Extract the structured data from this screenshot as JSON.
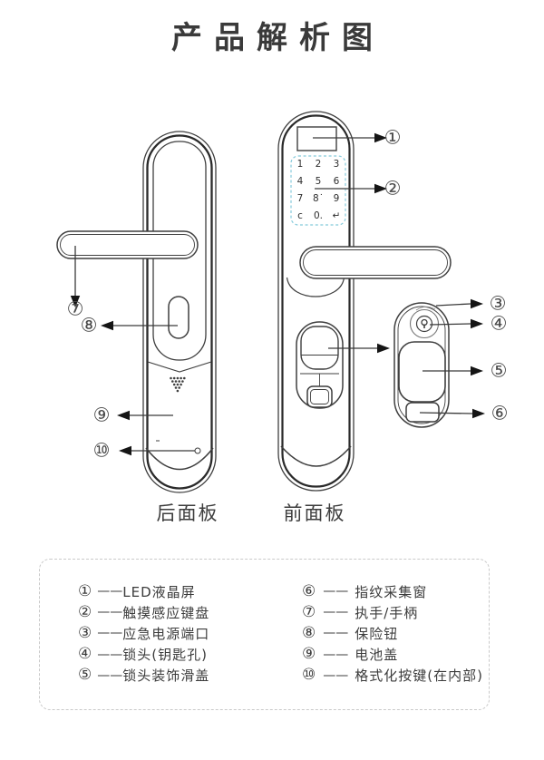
{
  "title": "产品解析图",
  "diagram": {
    "back_panel_label": "后面板",
    "front_panel_label": "前面板",
    "keypad": {
      "keys": [
        "1",
        "2",
        "3",
        "4",
        "5",
        "6",
        "7",
        "8˙",
        "9",
        "c",
        "0.",
        "↵"
      ]
    },
    "callouts": [
      {
        "num": "①",
        "points_to": "led-screen"
      },
      {
        "num": "②",
        "points_to": "touch-keypad"
      },
      {
        "num": "③",
        "points_to": "emergency-power-port"
      },
      {
        "num": "④",
        "points_to": "keyhole"
      },
      {
        "num": "⑤",
        "points_to": "lock-slide-cover"
      },
      {
        "num": "⑥",
        "points_to": "fingerprint-window"
      },
      {
        "num": "⑦",
        "points_to": "handle"
      },
      {
        "num": "⑧",
        "points_to": "safety-button"
      },
      {
        "num": "⑨",
        "points_to": "battery-cover"
      },
      {
        "num": "⑩",
        "points_to": "format-button"
      }
    ]
  },
  "legend": {
    "connector": "——",
    "left": [
      {
        "num": "①",
        "label": "LED液晶屏"
      },
      {
        "num": "②",
        "label": "触摸感应键盘"
      },
      {
        "num": "③",
        "label": "应急电源端口"
      },
      {
        "num": "④",
        "label": "锁头(钥匙孔)"
      },
      {
        "num": "⑤",
        "label": "锁头装饰滑盖"
      }
    ],
    "right": [
      {
        "num": "⑥",
        "label": "指纹采集窗"
      },
      {
        "num": "⑦",
        "label": "执手/手柄"
      },
      {
        "num": "⑧",
        "label": "保险钮"
      },
      {
        "num": "⑨",
        "label": "电池盖"
      },
      {
        "num": "⑩",
        "label": "格式化按键(在内部)"
      }
    ]
  },
  "colors": {
    "line": "#3f3f3f",
    "thick_line": "#2a2a2a",
    "light_circle": "#777777",
    "keypad_dash": "#85cadb",
    "arrowhead": "#151515",
    "legend_border": "#c9c9c9"
  }
}
